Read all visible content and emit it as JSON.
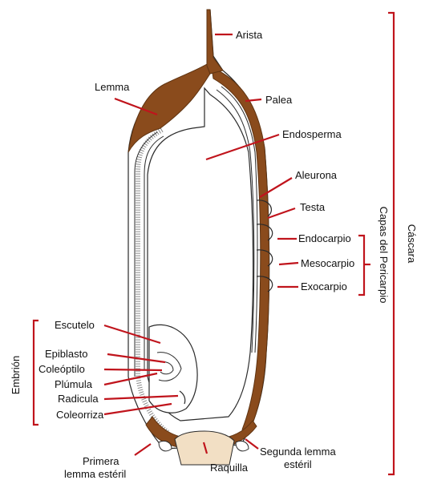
{
  "colors": {
    "leader": "#c0141c",
    "husk": "#8a4b1c",
    "husk_dark": "#5e3311",
    "stroke": "#2a2a2a",
    "raquilla_fill": "#f2dfc4"
  },
  "labels": {
    "arista": "Arista",
    "lemma": "Lemma",
    "palea": "Palea",
    "endosperma": "Endosperma",
    "aleurona": "Aleurona",
    "testa": "Testa",
    "endocarpio": "Endocarpio",
    "mesocarpio": "Mesocarpio",
    "exocarpio": "Exocarpio",
    "escutelo": "Escutelo",
    "epiblasto": "Epiblasto",
    "coleoptilo": "Coleóptilo",
    "plumula": "Plúmula",
    "radicula": "Radicula",
    "coleorriza": "Coleorriza",
    "primera_lemma_1": "Primera",
    "primera_lemma_2": "lemma estéril",
    "raquilla": "Raquilla",
    "segunda_lemma_1": "Segunda lemma",
    "segunda_lemma_2": "estéril"
  },
  "groups": {
    "embrion": "Embrión",
    "capas_pericarpio": "Capas del Pericarpio",
    "cascara": "Cáscara"
  }
}
